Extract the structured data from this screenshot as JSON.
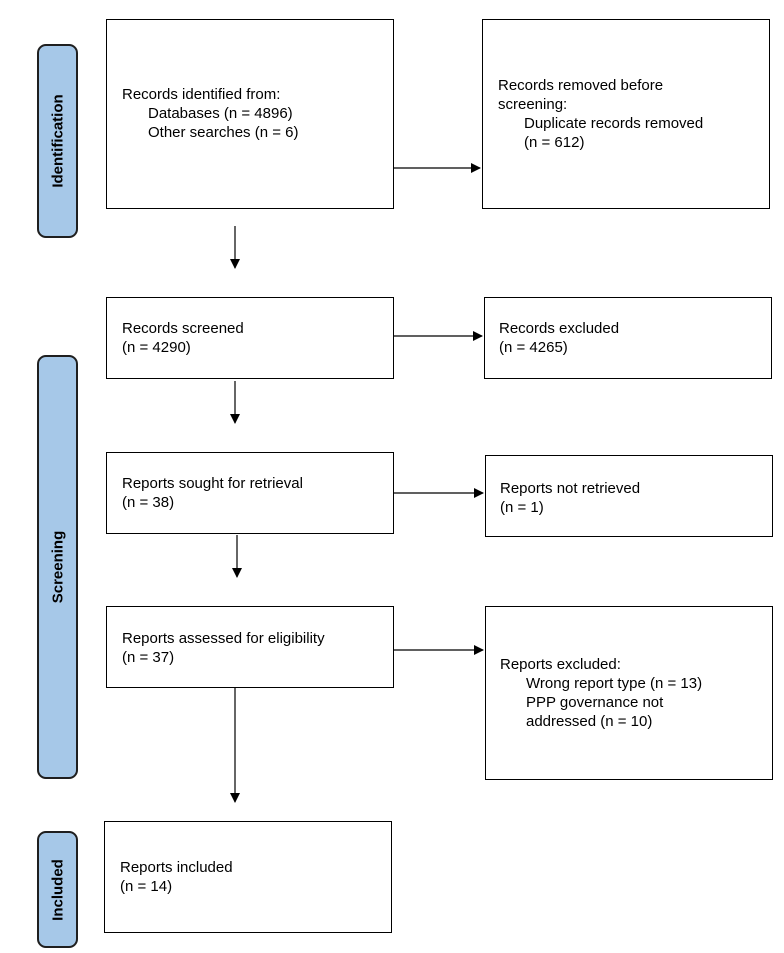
{
  "phases": {
    "identification": "Identification",
    "screening": "Screening",
    "included": "Included"
  },
  "boxes": {
    "records_identified": {
      "title": "Records identified from:",
      "databases": "Databases (n = 4896)",
      "other": "Other searches (n = 6)"
    },
    "records_removed": {
      "title_1": "Records removed before",
      "title_2": "screening:",
      "duplicates": "Duplicate records removed",
      "count": "(n = 612)"
    },
    "records_screened": {
      "title": "Records screened",
      "count": "(n = 4290)"
    },
    "records_excluded": {
      "title": "Records excluded",
      "count": "(n = 4265)"
    },
    "reports_sought": {
      "title": "Reports sought for retrieval",
      "count": "(n = 38)"
    },
    "reports_not_retrieved": {
      "title": "Reports not retrieved",
      "count": "(n = 1)"
    },
    "reports_assessed": {
      "title": "Reports assessed for eligibility",
      "count": "(n = 37)"
    },
    "reports_excluded": {
      "title": "Reports excluded:",
      "wrong_type": "Wrong report type (n = 13)",
      "ppp_1": "PPP governance not",
      "ppp_2": "addressed (n = 10)"
    },
    "reports_included": {
      "title": "Reports included",
      "count": "(n = 14)"
    }
  },
  "colors": {
    "phase_fill": "#a6c8e8",
    "border": "#000000"
  }
}
